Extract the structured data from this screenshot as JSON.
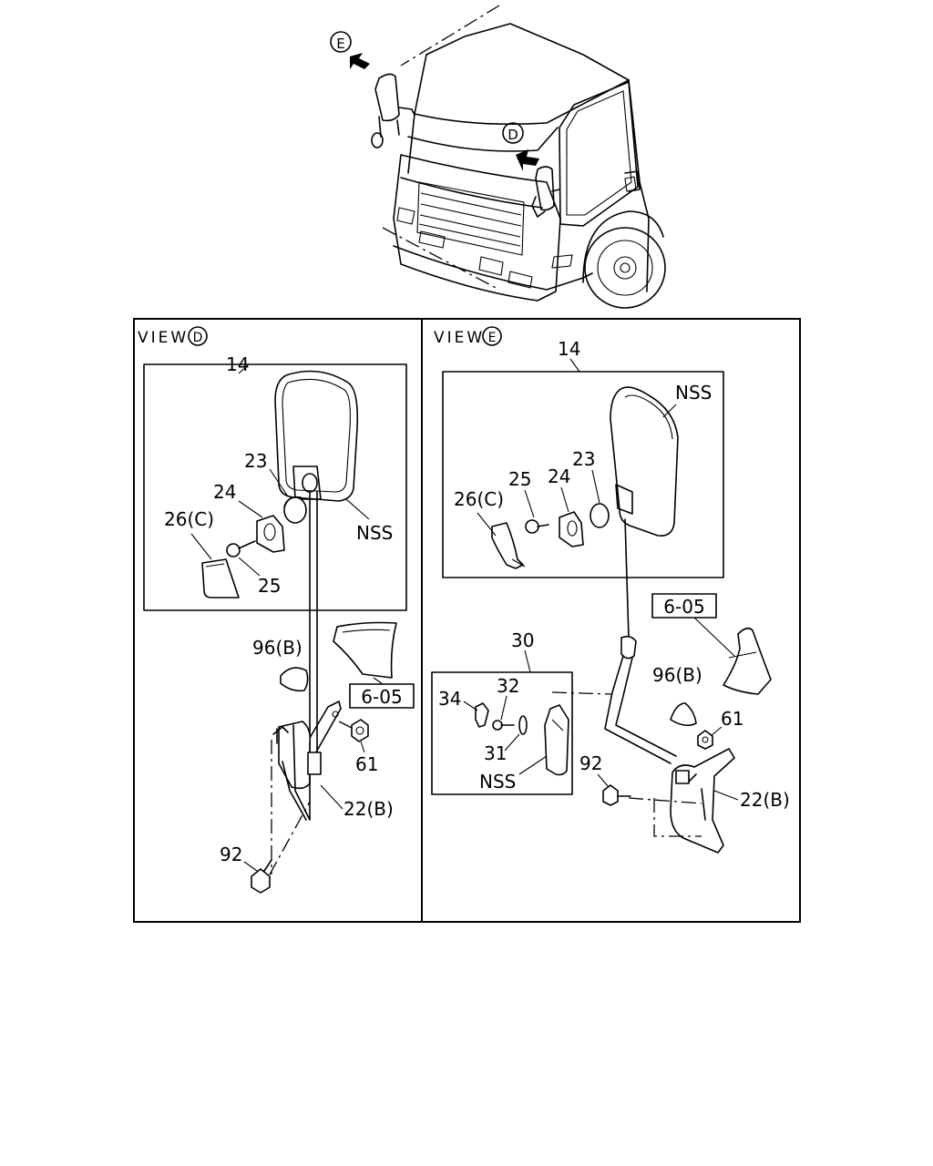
{
  "overview": {
    "arrow_e_letter": "E",
    "arrow_d_letter": "D"
  },
  "view_d": {
    "title": "VIEW",
    "letter": "D",
    "labels": {
      "mirror_assy": "14",
      "nss_mirror": "NSS",
      "part_23": "23",
      "part_24": "24",
      "part_26c": "26(C)",
      "part_25": "25",
      "part_96b": "96(B)",
      "ref_box": "6-05",
      "part_61": "61",
      "part_22b": "22(B)",
      "part_92": "92"
    }
  },
  "view_e": {
    "title": "VIEW",
    "letter": "E",
    "labels": {
      "mirror_assy": "14",
      "nss_mirror": "NSS",
      "part_23": "23",
      "part_24": "24",
      "part_25": "25",
      "part_26c": "26(C)",
      "ref_box": "6-05",
      "part_30": "30",
      "part_96b": "96(B)",
      "part_34": "34",
      "part_32": "32",
      "part_31": "31",
      "nss_under": "NSS",
      "part_61": "61",
      "part_92": "92",
      "part_22b": "22(B)"
    }
  }
}
